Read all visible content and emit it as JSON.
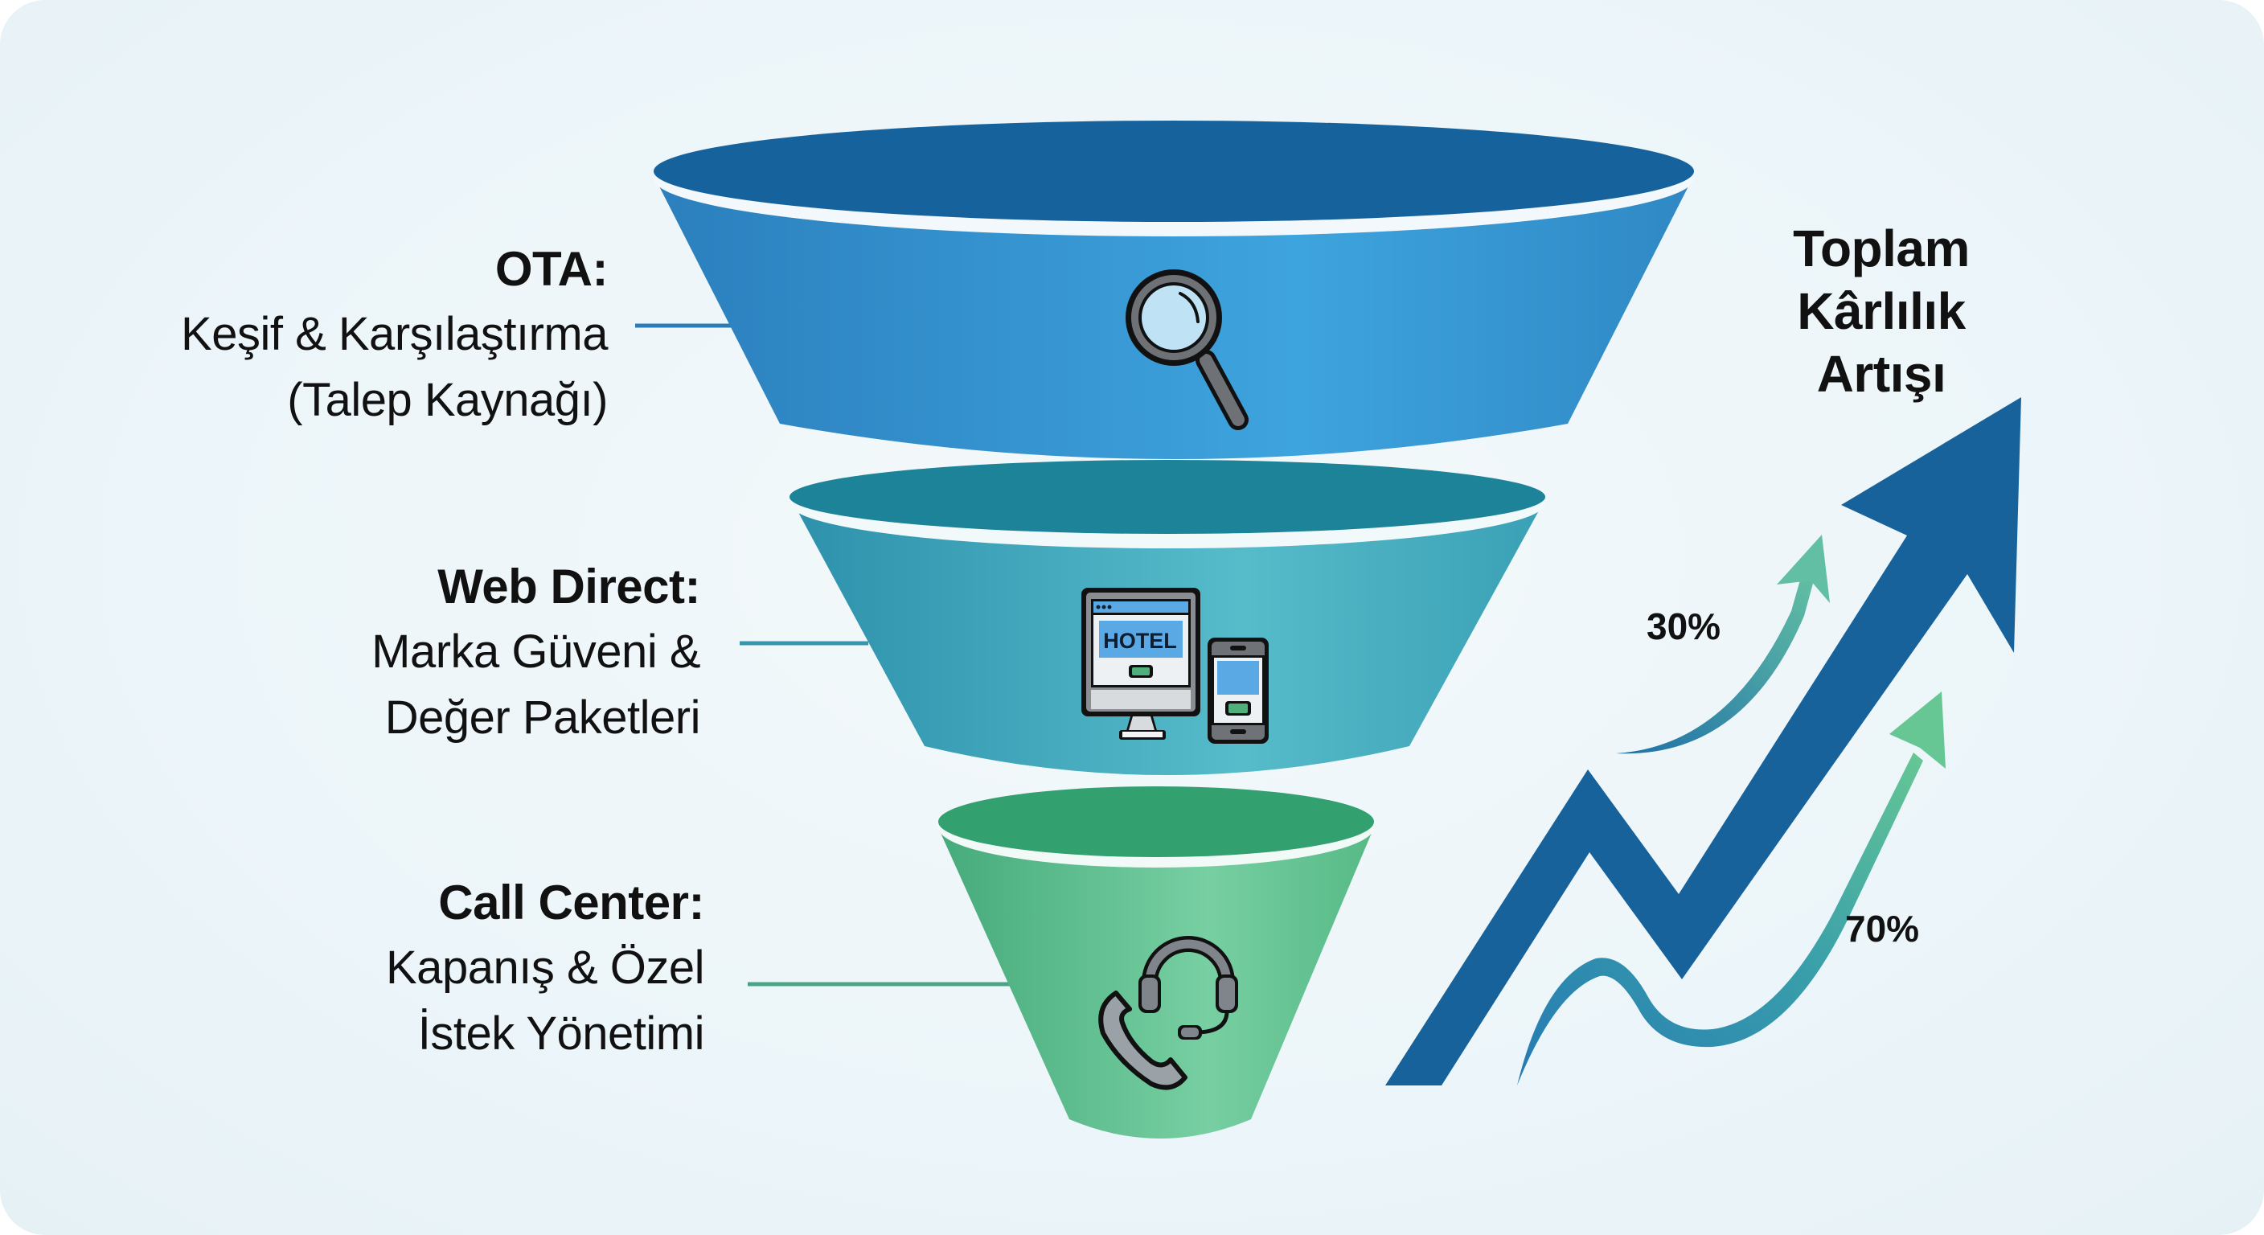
{
  "funnel": {
    "stages": [
      {
        "id": "ota",
        "title": "OTA:",
        "lines": [
          "Keşif & Karşılaştırma",
          "(Talep Kaynağı)"
        ],
        "icon": "magnifying-glass-icon",
        "colors": {
          "rim": "#17629b",
          "body_left": "#2b82c0",
          "body_mid": "#3ea3dd",
          "body_right": "#2f8bc6",
          "connector": "#2a7bb8"
        }
      },
      {
        "id": "web-direct",
        "title": "Web Direct:",
        "lines": [
          "Marka Güveni &",
          "Değer Paketleri"
        ],
        "icon": "monitor-and-phone-icon",
        "icon_text": "HOTEL",
        "colors": {
          "rim": "#1c8099",
          "body_left": "#2f96b0",
          "body_mid": "#53b9c8",
          "body_right": "#3aa2b6",
          "connector": "#3596ae"
        }
      },
      {
        "id": "call-center",
        "title": "Call Center:",
        "lines": [
          "Kapanış & Özel",
          "İstek Yönetimi"
        ],
        "icon": "headset-and-phone-icon",
        "colors": {
          "rim": "#2f9b6c",
          "body_left": "#4bb07f",
          "body_mid": "#74cd9f",
          "body_right": "#58bb87",
          "connector": "#4aa487"
        }
      }
    ]
  },
  "growth": {
    "headline": [
      "Toplam",
      "Kârlılık Artışı"
    ],
    "main_arrow_color": "#17629b",
    "flows": [
      {
        "label": "30%",
        "gradient": [
          "#1f6fa8",
          "#5cb8a0"
        ]
      },
      {
        "label": "70%",
        "gradient": [
          "#2378b2",
          "#65c493"
        ]
      }
    ]
  },
  "background": {
    "color": "#ecf5f9"
  }
}
